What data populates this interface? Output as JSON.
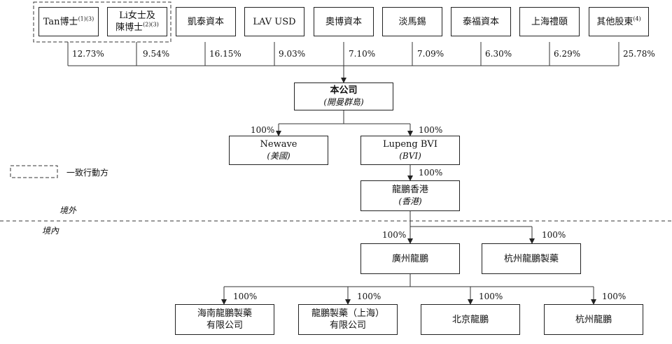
{
  "shareholders": [
    {
      "name": "Tan博士",
      "note": "(1)(3)",
      "percent": "12.73%"
    },
    {
      "name": "Li女士及",
      "name2": "陳博士",
      "note": "(2)(3)",
      "percent": "9.54%"
    },
    {
      "name": "凱泰資本",
      "percent": "16.15%"
    },
    {
      "name": "LAV USD",
      "percent": "9.03%"
    },
    {
      "name": "奧博資本",
      "percent": "7.10%"
    },
    {
      "name": "淡馬錫",
      "percent": "7.09%"
    },
    {
      "name": "泰福資本",
      "percent": "6.30%"
    },
    {
      "name": "上海禮頤",
      "percent": "6.29%"
    },
    {
      "name": "其他股東",
      "note": "(4)",
      "percent": "25.78%"
    }
  ],
  "company": {
    "name": "本公司",
    "jurisdiction": "(開曼群島)"
  },
  "newave": {
    "name": "Newave",
    "jurisdiction": "(美國)",
    "percent": "100%"
  },
  "lupeng_bvi": {
    "name": "Lupeng BVI",
    "jurisdiction": "(BVI)",
    "percent": "100%"
  },
  "lupeng_hk": {
    "name": "龍鵬香港",
    "jurisdiction": "(香港)",
    "percent": "100%"
  },
  "legend": {
    "label": "一致行動方"
  },
  "offshore_label": "境外",
  "onshore_label": "境內",
  "guangzhou": {
    "name": "廣州龍鵬",
    "percent": "100%"
  },
  "hangzhou_pharma": {
    "name": "杭州龍鵬製藥",
    "percent": "100%"
  },
  "subsidiaries": [
    {
      "line1": "海南龍鵬製藥",
      "line2": "有限公司",
      "percent": "100%"
    },
    {
      "line1": "龍鵬製藥（上海）",
      "line2": "有限公司",
      "percent": "100%"
    },
    {
      "line1": "北京龍鵬",
      "line2": "",
      "percent": "100%"
    },
    {
      "line1": "杭州龍鵬",
      "line2": "",
      "percent": "100%"
    }
  ]
}
